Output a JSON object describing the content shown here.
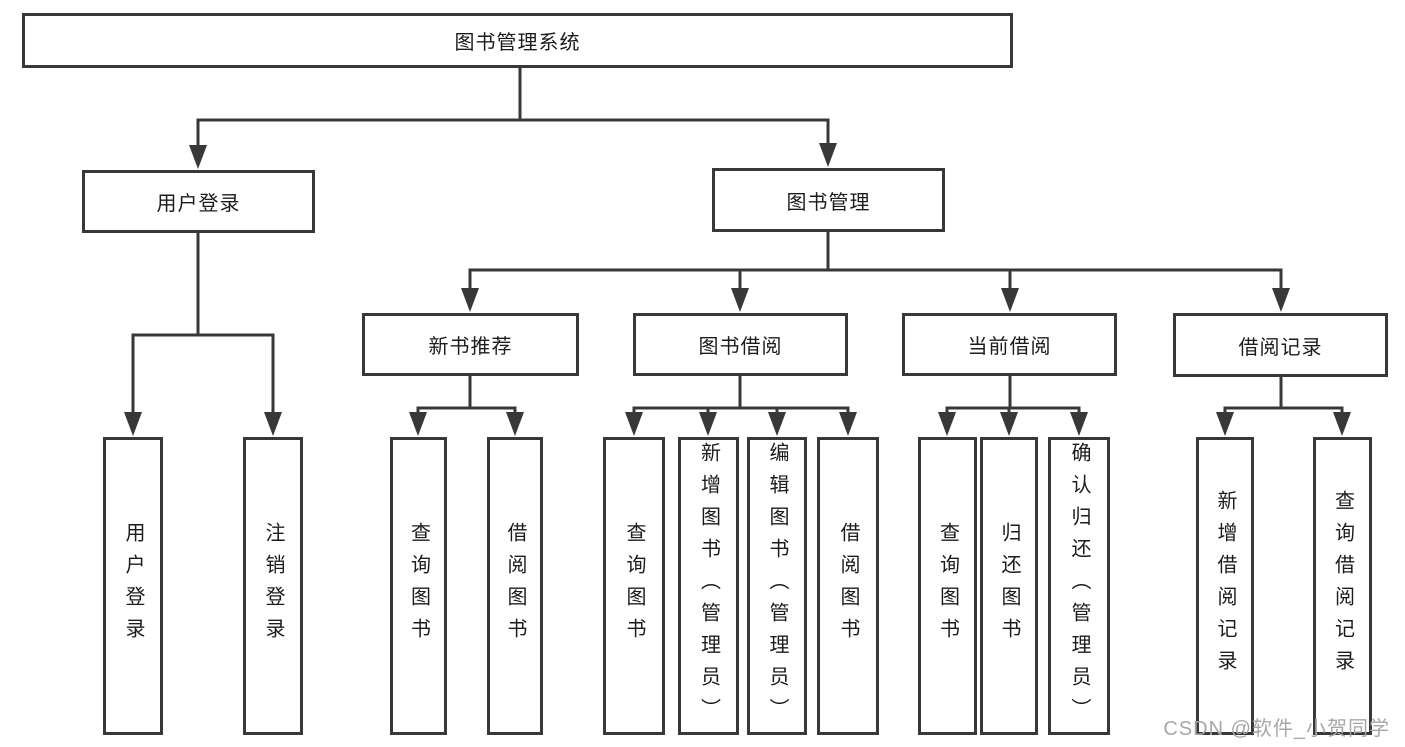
{
  "diagram": {
    "root": {
      "label": "图书管理系统"
    },
    "level2": [
      {
        "label": "用户登录"
      },
      {
        "label": "图书管理"
      }
    ],
    "level3": [
      {
        "label": "新书推荐"
      },
      {
        "label": "图书借阅"
      },
      {
        "label": "当前借阅"
      },
      {
        "label": "借阅记录"
      }
    ],
    "leaves": {
      "user_login": [
        "用户登录",
        "注销登录"
      ],
      "new_book_recommend": [
        "查询图书",
        "借阅图书"
      ],
      "book_borrowing": [
        "查询图书",
        "新增图书（管理员）",
        "编辑图书（管理员）",
        "借阅图书"
      ],
      "current_borrowing": [
        "查询图书",
        "归还图书",
        "确认归还（管理员）"
      ],
      "borrowing_records": [
        "新增借阅记录",
        "查询借阅记录"
      ]
    }
  },
  "watermark": {
    "text": "CSDN @软件_小贺同学"
  },
  "colors": {
    "line": "#383838",
    "box_border": "#383838",
    "text": "#1c1c1c",
    "watermark": "#a7a7a7",
    "background": "#ffffff"
  }
}
